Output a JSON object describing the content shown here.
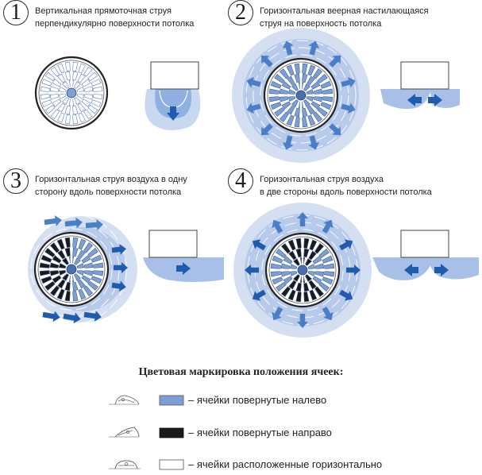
{
  "panels": [
    {
      "number": "1",
      "caption_line1": "Вертикальная прямоточная струя",
      "caption_line2": "перпендикулярно поверхности потолка",
      "mode": "vertical"
    },
    {
      "number": "2",
      "caption_line1": "Горизонтальная веерная настилающаяся",
      "caption_line2": "струя на поверхность потолка",
      "mode": "fan"
    },
    {
      "number": "3",
      "caption_line1": "Горизонтальная струя воздуха в одну",
      "caption_line2": "сторону вдоль поверхности потолка",
      "mode": "one-side"
    },
    {
      "number": "4",
      "caption_line1": "Горизонтальная струя воздуха",
      "caption_line2": "в две стороны вдоль поверхности потолка",
      "mode": "two-sides"
    }
  ],
  "legend": {
    "title": "Цветовая маркировка положения ячеек:",
    "items": [
      {
        "color": "#7d9fd4",
        "label": "– ячейки повернутые налево"
      },
      {
        "color": "#1a1a1a",
        "label": "– ячейки повернутые направо"
      },
      {
        "color": "#ffffff",
        "label": "– ячейки расположенные горизонтально"
      }
    ]
  },
  "colors": {
    "cell_blue": "#7d9fd4",
    "cell_black": "#1a1a1a",
    "arrow": "#4a7fc8",
    "arrow_dark": "#1f5cae",
    "halo": "#9fb8e3"
  }
}
